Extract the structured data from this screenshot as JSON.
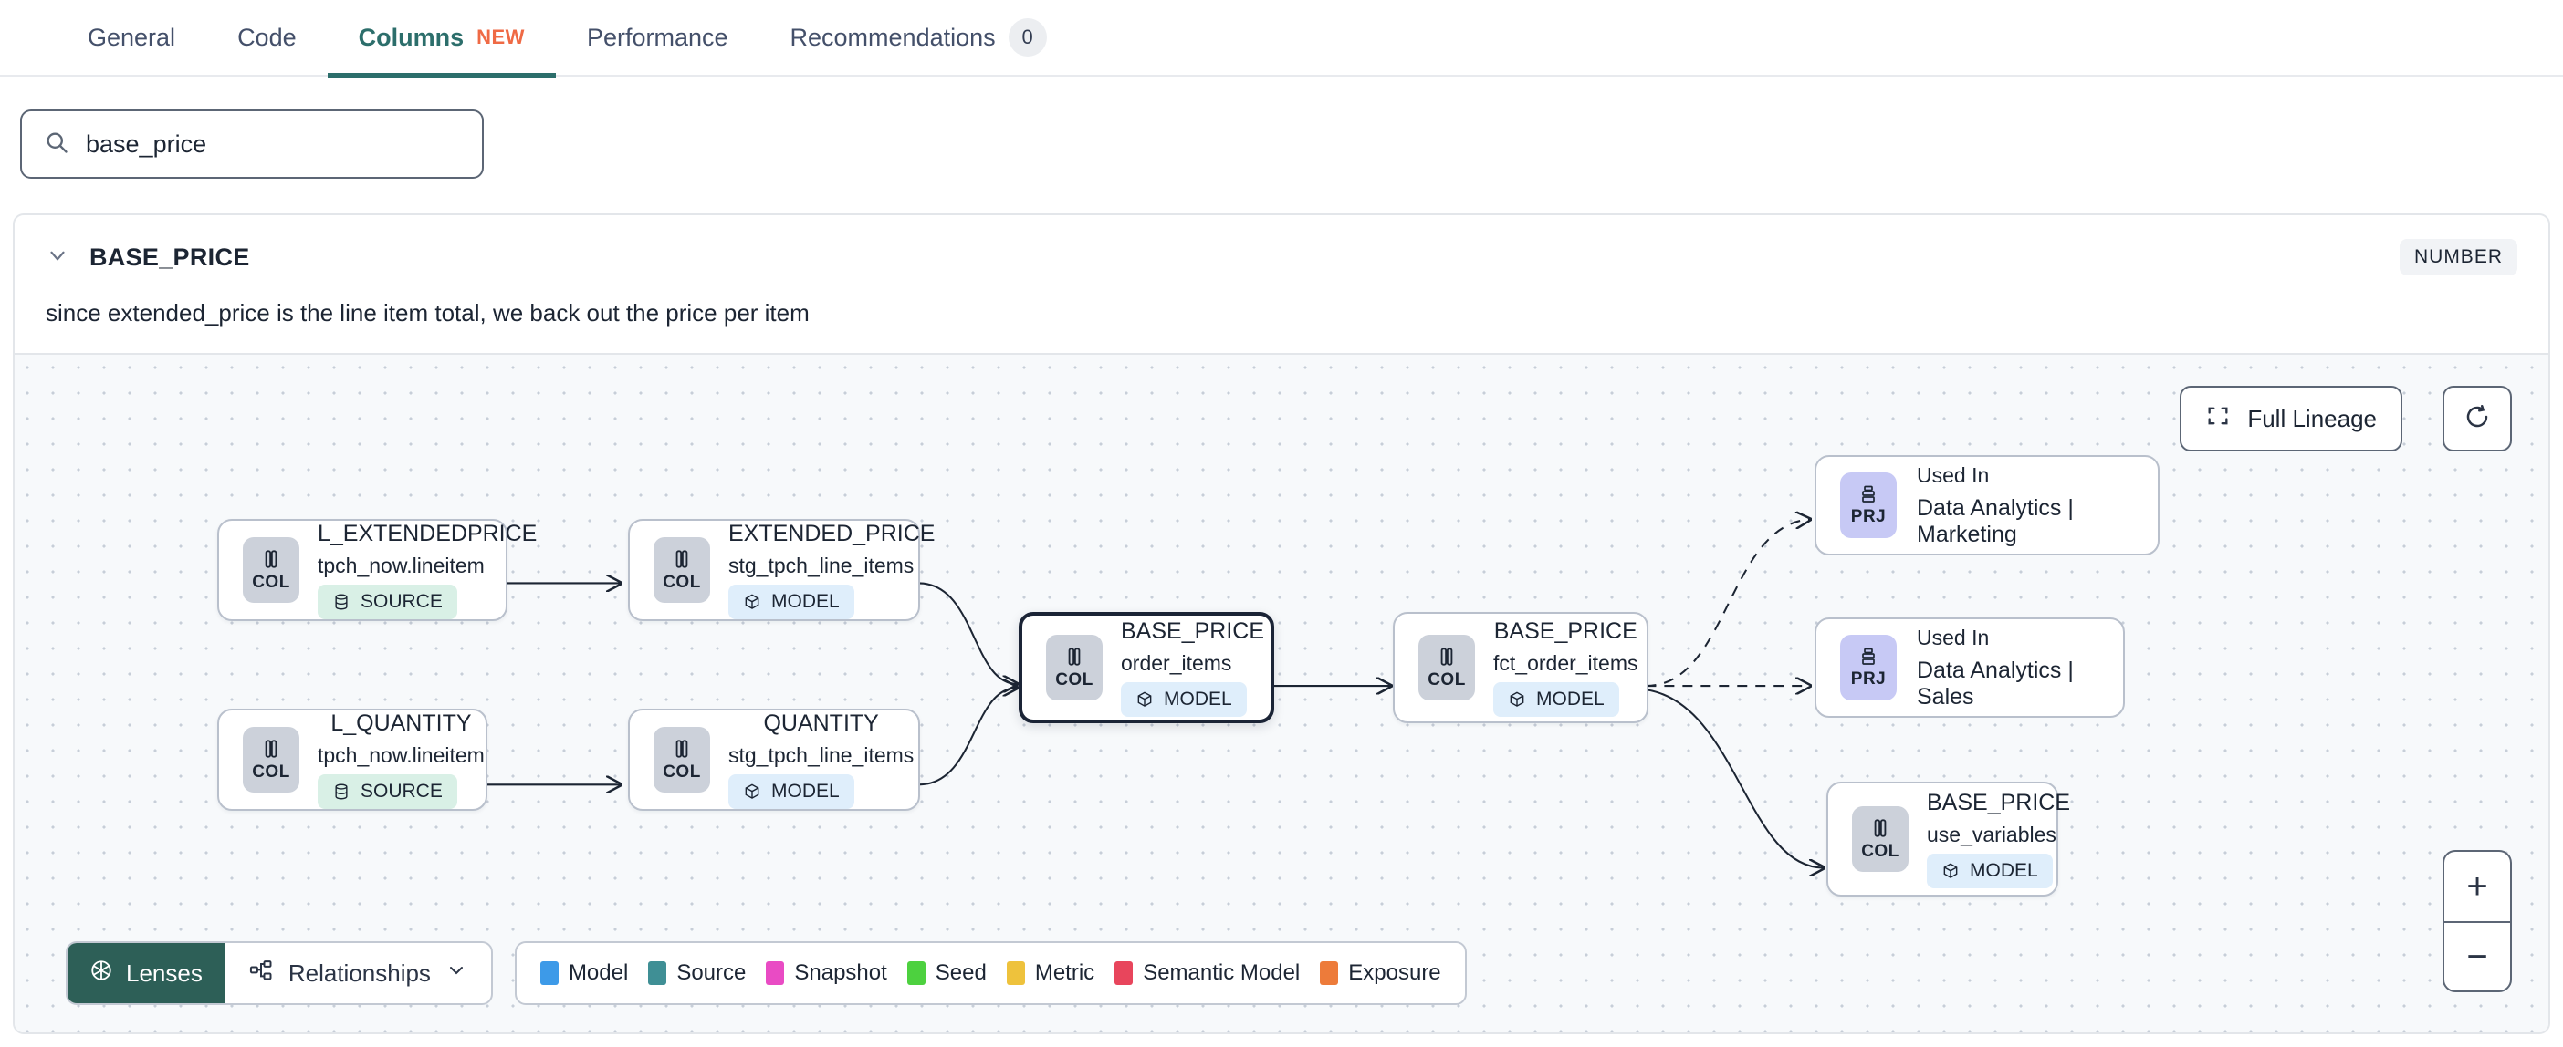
{
  "tabs": [
    {
      "label": "General",
      "active": false
    },
    {
      "label": "Code",
      "active": false
    },
    {
      "label": "Columns",
      "active": true,
      "badge": "NEW"
    },
    {
      "label": "Performance",
      "active": false
    },
    {
      "label": "Recommendations",
      "active": false,
      "count": "0"
    }
  ],
  "search": {
    "value": "base_price",
    "placeholder": "base_price",
    "icon": "search-icon"
  },
  "column": {
    "name": "BASE_PRICE",
    "type": "NUMBER",
    "description": "since extended_price is the line item total, we back out the price per item",
    "expanded": true
  },
  "canvas": {
    "full_lineage_label": "Full Lineage",
    "refresh_icon": "refresh-icon",
    "zoom_in": "+",
    "zoom_out": "−"
  },
  "nodes": [
    {
      "id": "l_extendedprice",
      "kind": "COL",
      "title": "L_EXTENDEDPRICE",
      "sub": "tpch_now.lineitem",
      "tag": "SOURCE",
      "tag_type": "source",
      "focus": false
    },
    {
      "id": "l_quantity",
      "kind": "COL",
      "title": "L_QUANTITY",
      "sub": "tpch_now.lineitem",
      "tag": "SOURCE",
      "tag_type": "source",
      "focus": false
    },
    {
      "id": "extended_price",
      "kind": "COL",
      "title": "EXTENDED_PRICE",
      "sub": "stg_tpch_line_items",
      "tag": "MODEL",
      "tag_type": "model",
      "focus": false
    },
    {
      "id": "quantity",
      "kind": "COL",
      "title": "QUANTITY",
      "sub": "stg_tpch_line_items",
      "tag": "MODEL",
      "tag_type": "model",
      "focus": false
    },
    {
      "id": "base_price_order_items",
      "kind": "COL",
      "title": "BASE_PRICE",
      "sub": "order_items",
      "tag": "MODEL",
      "tag_type": "model",
      "focus": true
    },
    {
      "id": "base_price_fct",
      "kind": "COL",
      "title": "BASE_PRICE",
      "sub": "fct_order_items",
      "tag": "MODEL",
      "tag_type": "model",
      "focus": false
    },
    {
      "id": "base_price_use_variables",
      "kind": "COL",
      "title": "BASE_PRICE",
      "sub": "use_variables",
      "tag": "MODEL",
      "tag_type": "model",
      "focus": false
    }
  ],
  "project_nodes": [
    {
      "id": "prj_marketing",
      "kind": "PRJ",
      "label": "Used In",
      "value": "Data Analytics | Marketing"
    },
    {
      "id": "prj_sales",
      "kind": "PRJ",
      "label": "Used In",
      "value": "Data Analytics | Sales"
    }
  ],
  "bottom": {
    "lenses_label": "Lenses",
    "relationships_label": "Relationships",
    "legend": [
      {
        "label": "Model",
        "color": "#3d9ae8"
      },
      {
        "label": "Source",
        "color": "#3f8f95"
      },
      {
        "label": "Snapshot",
        "color": "#e94bc4"
      },
      {
        "label": "Seed",
        "color": "#4dd13f"
      },
      {
        "label": "Metric",
        "color": "#eec23c"
      },
      {
        "label": "Semantic Model",
        "color": "#e8455c"
      },
      {
        "label": "Exposure",
        "color": "#ed7b3a"
      }
    ]
  },
  "colors": {
    "accent_teal": "#2c6e6b",
    "new_orange": "#ef6a45",
    "lenses_bg": "#2d5f57"
  }
}
